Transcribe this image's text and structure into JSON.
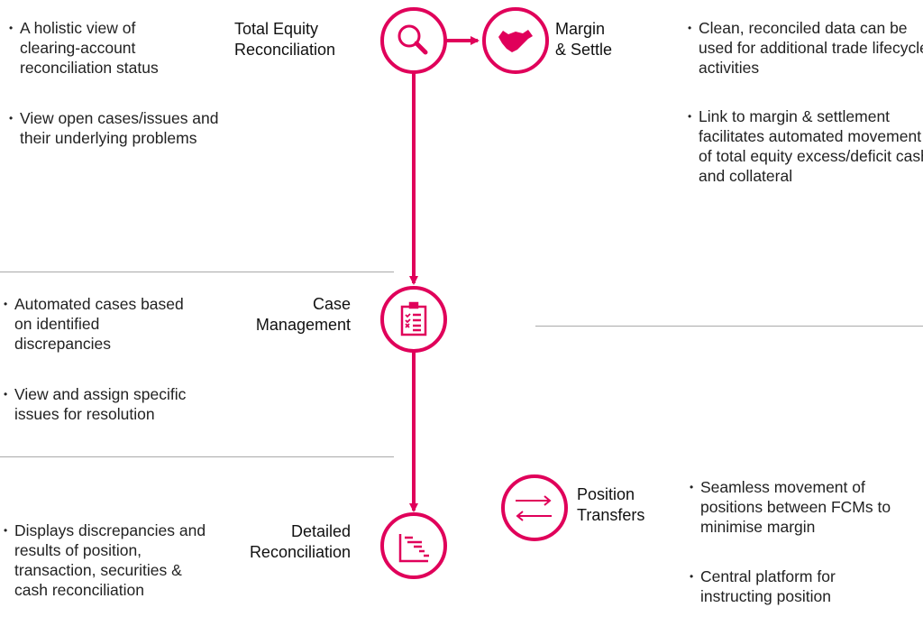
{
  "accent": "#e0005a",
  "nodes": {
    "total_equity": {
      "label1": "Total Equity",
      "label2": "Reconciliation"
    },
    "margin": {
      "label1": "Margin",
      "label2": "& Settle"
    },
    "case": {
      "label1": "Case",
      "label2": "Management"
    },
    "detailed": {
      "label1": "Detailed",
      "label2": "Reconciliation"
    },
    "position": {
      "label1": "Position",
      "label2": "Transfers"
    }
  },
  "left": {
    "total_equity": [
      "A holistic view of clearing-account reconciliation status",
      "View open cases/issues and their underlying problems"
    ],
    "case": [
      "Automated cases based on identified discrepancies",
      "View and assign specific issues for resolution"
    ],
    "detailed": [
      "Displays discrepancies and results of position, transaction, securities & cash reconciliation"
    ]
  },
  "right": {
    "margin": [
      "Clean, reconciled data can be used for additional trade lifecycle activities",
      "Link to margin & settlement facilitates automated movement of total equity excess/deficit cash and collateral"
    ],
    "position": [
      "Seamless movement of positions between FCMs to minimise margin",
      "Central platform for instructing position"
    ]
  }
}
